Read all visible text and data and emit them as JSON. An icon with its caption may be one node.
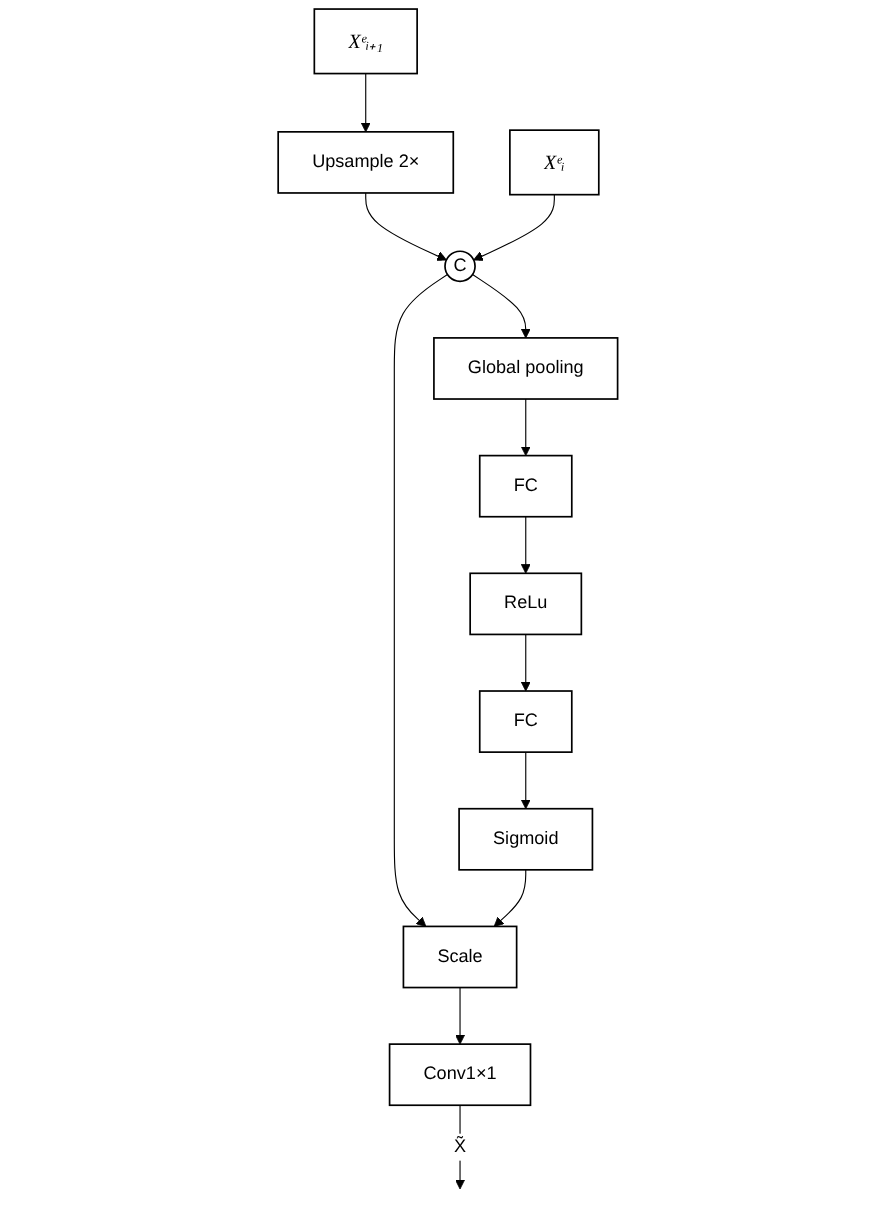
{
  "diagram": {
    "nodes": [
      {
        "text": [
          "Xᵉᵢ₊₁"
        ]
      },
      {
        "text": [
          "Xᵉᵢ"
        ]
      },
      {
        "text": [
          "Upsample 2×"
        ]
      },
      {
        "text": [
          "C"
        ]
      },
      {
        "text": [
          "Global pooling"
        ]
      },
      {
        "text": [
          "FC"
        ]
      },
      {
        "text": [
          "ReLu"
        ]
      },
      {
        "text": [
          "FC"
        ]
      },
      {
        "text": [
          "Sigmoid"
        ]
      },
      {
        "text": [
          "Scale"
        ]
      },
      {
        "text": [
          "Conv1×1"
        ]
      }
    ],
    "edges": [
      {
        "from": 0,
        "to": 2,
        "arrow": "to"
      },
      {
        "from": 2,
        "to": 3,
        "arrow": "to"
      },
      {
        "from": 1,
        "to": 3,
        "arrow": "to"
      },
      {
        "from": 3,
        "to": 4,
        "arrow": "to"
      },
      {
        "from": 4,
        "to": 5,
        "arrow": "to"
      },
      {
        "from": 5,
        "to": 6,
        "arrow": "to"
      },
      {
        "from": 6,
        "to": 7,
        "arrow": "to"
      },
      {
        "from": 7,
        "to": 8,
        "arrow": "to"
      },
      {
        "from": 3,
        "to": 9,
        "arrow": "to"
      },
      {
        "from": 8,
        "to": 9,
        "arrow": "to"
      },
      {
        "from": 9,
        "to": 10,
        "arrow": "to"
      },
      {
        "from": 10,
        "to": null,
        "arrow": "to",
        "label": "X̃"
      }
    ]
  }
}
